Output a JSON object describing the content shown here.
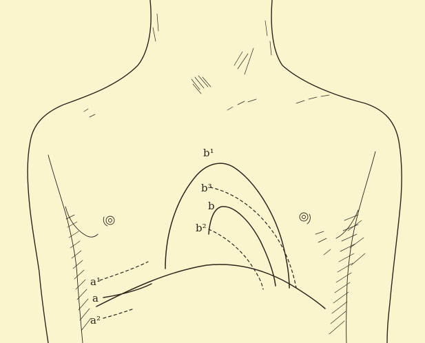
{
  "diagram": {
    "background": "#fbf5cf",
    "ink": "#2b2418",
    "labels": {
      "b1": "b¹",
      "b3": "b³",
      "b": "b",
      "b2": "b²",
      "a1": "a¹",
      "a": "a",
      "a2": "a²"
    }
  }
}
